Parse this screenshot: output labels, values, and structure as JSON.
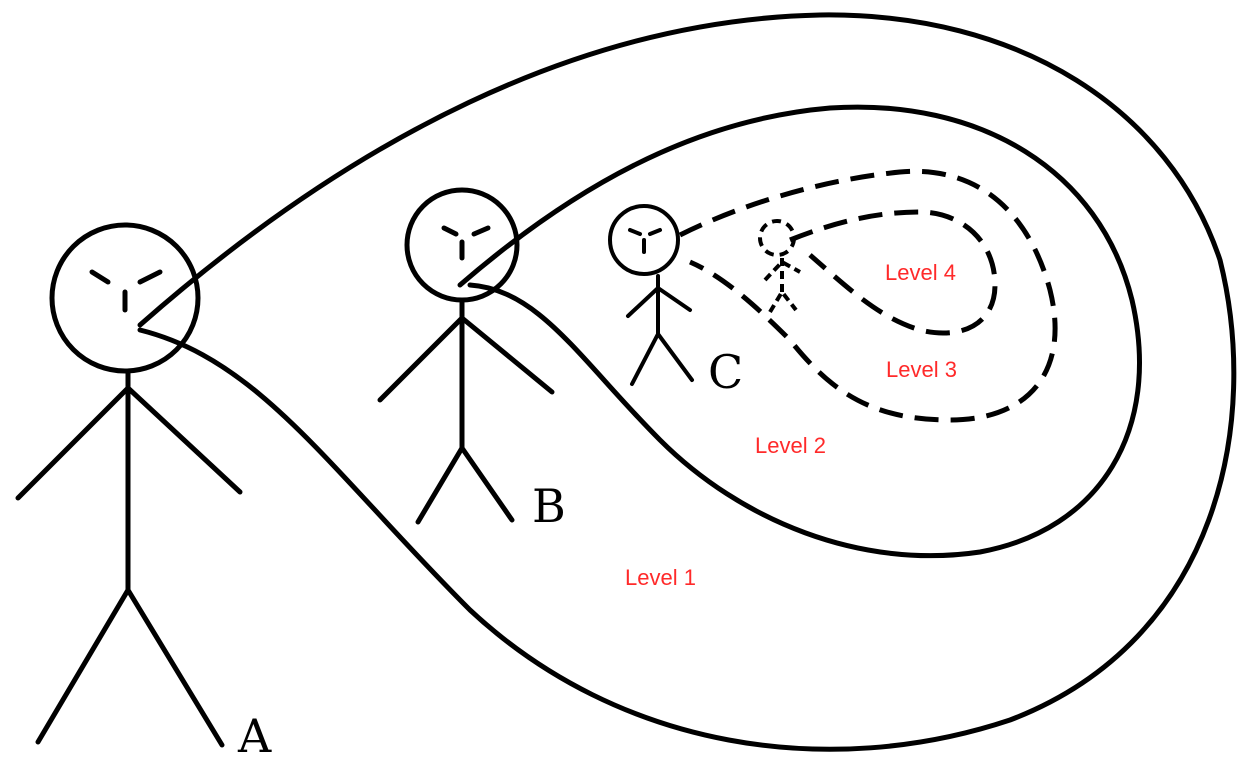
{
  "figures": [
    {
      "id": "A",
      "label": "A"
    },
    {
      "id": "B",
      "label": "B"
    },
    {
      "id": "C",
      "label": "C"
    }
  ],
  "levels": [
    {
      "label": "Level 1"
    },
    {
      "label": "Level 2"
    },
    {
      "label": "Level 3"
    },
    {
      "label": "Level 4"
    }
  ],
  "colors": {
    "line": "#000000",
    "level_text": "#ff2a2a",
    "background": "#ffffff"
  }
}
